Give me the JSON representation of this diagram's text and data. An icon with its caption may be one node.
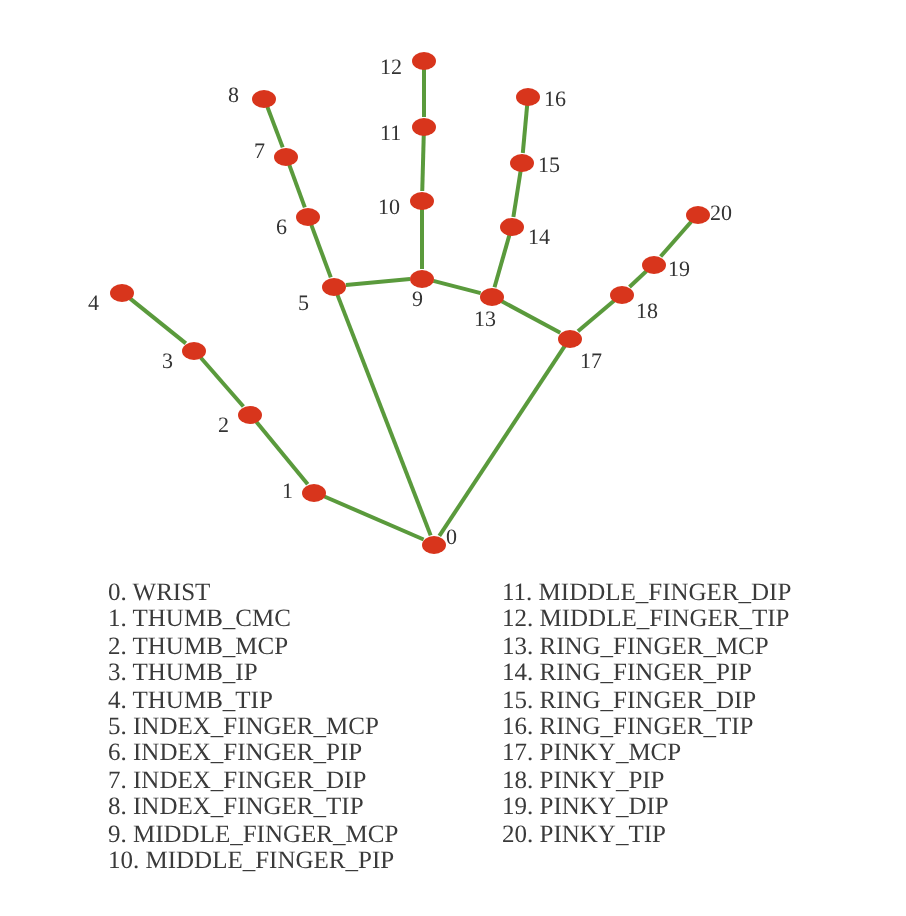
{
  "diagram": {
    "nodes": [
      {
        "text": [],
        "shape": "circle",
        "beside": [
          "0"
        ]
      },
      {
        "text": [],
        "shape": "circle",
        "beside": [
          "1"
        ]
      },
      {
        "text": [],
        "shape": "circle",
        "beside": [
          "2"
        ]
      },
      {
        "text": [],
        "shape": "circle",
        "beside": [
          "3"
        ]
      },
      {
        "text": [],
        "shape": "circle",
        "beside": [
          "4"
        ]
      },
      {
        "text": [],
        "shape": "circle",
        "beside": [
          "5"
        ]
      },
      {
        "text": [],
        "shape": "circle",
        "beside": [
          "6"
        ]
      },
      {
        "text": [],
        "shape": "circle",
        "beside": [
          "7"
        ]
      },
      {
        "text": [],
        "shape": "circle",
        "beside": [
          "8"
        ]
      },
      {
        "text": [],
        "shape": "circle",
        "beside": [
          "9"
        ]
      },
      {
        "text": [],
        "shape": "circle",
        "beside": [
          "10"
        ]
      },
      {
        "text": [],
        "shape": "circle",
        "beside": [
          "11"
        ]
      },
      {
        "text": [],
        "shape": "circle",
        "beside": [
          "12"
        ]
      },
      {
        "text": [],
        "shape": "circle",
        "beside": [
          "13"
        ]
      },
      {
        "text": [],
        "shape": "circle",
        "beside": [
          "14"
        ]
      },
      {
        "text": [],
        "shape": "circle",
        "beside": [
          "15"
        ]
      },
      {
        "text": [],
        "shape": "circle",
        "beside": [
          "16"
        ]
      },
      {
        "text": [],
        "shape": "circle",
        "beside": [
          "17"
        ]
      },
      {
        "text": [],
        "shape": "circle",
        "beside": [
          "18"
        ]
      },
      {
        "text": [],
        "shape": "circle",
        "beside": [
          "19"
        ]
      },
      {
        "text": [],
        "shape": "circle",
        "beside": [
          "20"
        ]
      }
    ],
    "edges": [
      {
        "from": 0,
        "to": 1,
        "arrow": "none"
      },
      {
        "from": 1,
        "to": 2,
        "arrow": "none"
      },
      {
        "from": 2,
        "to": 3,
        "arrow": "none"
      },
      {
        "from": 3,
        "to": 4,
        "arrow": "none"
      },
      {
        "from": 0,
        "to": 5,
        "arrow": "none"
      },
      {
        "from": 5,
        "to": 6,
        "arrow": "none"
      },
      {
        "from": 6,
        "to": 7,
        "arrow": "none"
      },
      {
        "from": 7,
        "to": 8,
        "arrow": "none"
      },
      {
        "from": 5,
        "to": 9,
        "arrow": "none"
      },
      {
        "from": 9,
        "to": 10,
        "arrow": "none"
      },
      {
        "from": 10,
        "to": 11,
        "arrow": "none"
      },
      {
        "from": 11,
        "to": 12,
        "arrow": "none"
      },
      {
        "from": 9,
        "to": 13,
        "arrow": "none"
      },
      {
        "from": 13,
        "to": 14,
        "arrow": "none"
      },
      {
        "from": 14,
        "to": 15,
        "arrow": "none"
      },
      {
        "from": 15,
        "to": 16,
        "arrow": "none"
      },
      {
        "from": 13,
        "to": 17,
        "arrow": "none"
      },
      {
        "from": 0,
        "to": 17,
        "arrow": "none"
      },
      {
        "from": 17,
        "to": 18,
        "arrow": "none"
      },
      {
        "from": 18,
        "to": 19,
        "arrow": "none"
      },
      {
        "from": 19,
        "to": 20,
        "arrow": "none"
      }
    ],
    "labels": [
      "0. WRIST",
      "1. THUMB_CMC",
      "2. THUMB_MCP",
      "3. THUMB_IP",
      "4. THUMB_TIP",
      "5. INDEX_FINGER_MCP",
      "6. INDEX_FINGER_PIP",
      "7. INDEX_FINGER_DIP",
      "8. INDEX_FINGER_TIP",
      "9. MIDDLE_FINGER_MCP",
      "10. MIDDLE_FINGER_PIP",
      "11. MIDDLE_FINGER_DIP",
      "12. MIDDLE_FINGER_TIP",
      "13. RING_FINGER_MCP",
      "14. RING_FINGER_PIP",
      "15. RING_FINGER_DIP",
      "16. RING_FINGER_TIP",
      "17. PINKY_MCP",
      "18. PINKY_PIP",
      "19. PINKY_DIP",
      "20. PINKY_TIP"
    ]
  }
}
